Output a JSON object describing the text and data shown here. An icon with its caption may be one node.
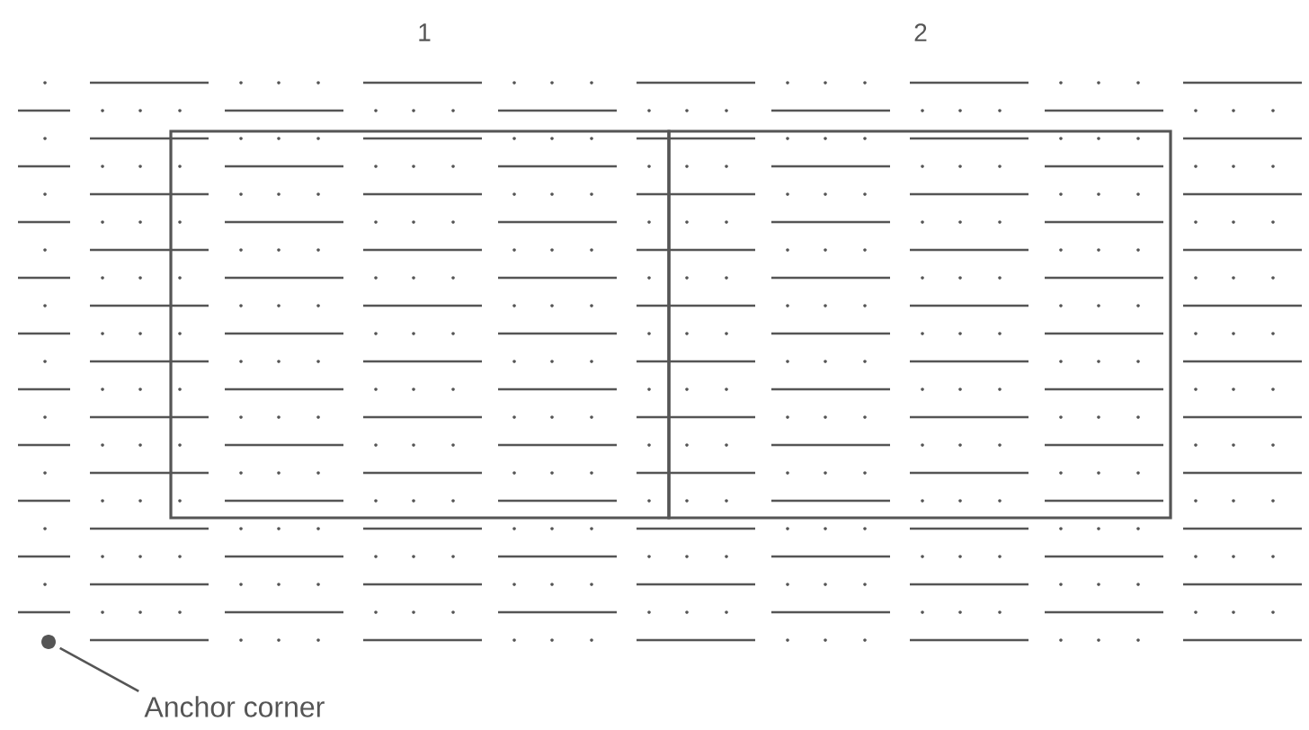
{
  "diagram": {
    "nodes": [
      {
        "text": [
          "1"
        ]
      },
      {
        "text": [
          "2"
        ]
      },
      {
        "text": [],
        "shape": "circle"
      },
      {
        "text": [
          "Anchor corner"
        ]
      }
    ],
    "edges": [
      {
        "from": 3,
        "to": 2,
        "arrow": "none"
      }
    ]
  }
}
